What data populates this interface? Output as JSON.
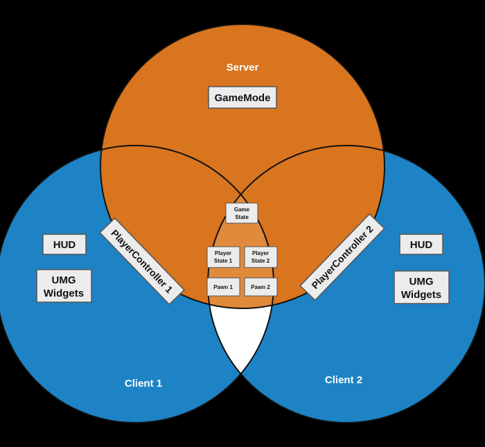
{
  "colors": {
    "background": "#000000",
    "server_circle": "#d9741f",
    "client_circle": "#1d83c4",
    "outline": "#111111",
    "box_fill": "#ececec",
    "box_border": "#555555",
    "shared_region": "#ffffff"
  },
  "server": {
    "label": "Server",
    "game_mode": "GameMode"
  },
  "client1": {
    "label": "Client 1",
    "hud": "HUD",
    "umg_line1": "UMG",
    "umg_line2": "Widgets"
  },
  "client2": {
    "label": "Client 2",
    "hud": "HUD",
    "umg_line1": "UMG",
    "umg_line2": "Widgets"
  },
  "player_controllers": {
    "pc1": "PlayerController 1",
    "pc2": "PlayerController 2"
  },
  "shared": {
    "game_state_line1": "Game",
    "game_state_line2": "State",
    "player_state1_line1": "Player",
    "player_state1_line2": "State 1",
    "player_state2_line1": "Player",
    "player_state2_line2": "State 2",
    "pawn1": "Pawn 1",
    "pawn2": "Pawn 2"
  }
}
